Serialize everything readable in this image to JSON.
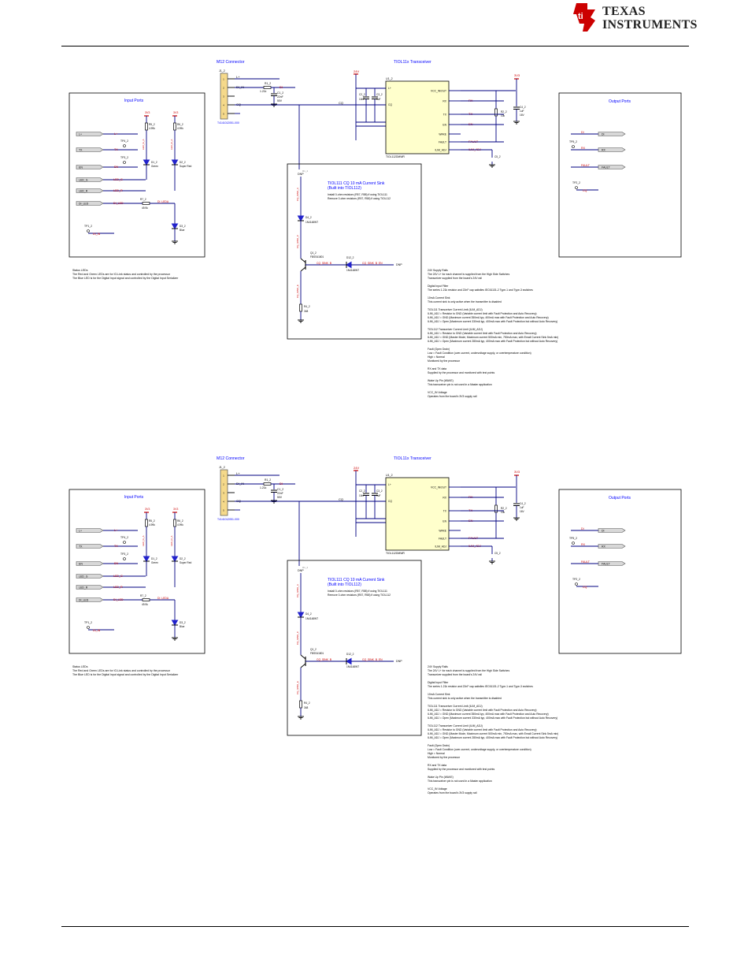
{
  "header": {
    "logo_line1": "TEXAS",
    "logo_line2": "INSTRUMENTS"
  },
  "colors": {
    "wire": "#000080",
    "text_blue": "#0000ff",
    "net_red": "#cc0000",
    "ti_red": "#cc0000",
    "component": "#000000",
    "ic_fill": "#ffffcc",
    "connector_fill": "#f5d98a",
    "led": "#2222cc"
  },
  "schematic": {
    "m12_title": "M12 Connector",
    "transceiver_title": "TIOL11x Transceiver",
    "input_ports_title": "Input Ports",
    "output_ports_title": "Output Ports",
    "cs_title_1": "TIOL111 CQ 10 mA Current Sink",
    "cs_title_2": "(Built into TIOL112)",
    "cs_note_1": "Install 0-ohm resistors (R57, R58) if using TIOL111",
    "cs_note_2": "Remove 0-ohm resistors (R57, R58) if using TIOL112",
    "status_1": "Status LEDs",
    "status_2": "The Red and Green LEDs are for IO-Link status and controlled by the processor",
    "status_3": "The Blue LED is for the Digital Input signal and controlled by the Digital Input Serializer",
    "notes": [
      "24V Supply Rails",
      "The 24V L+ for each channel is supplied from the High Side Switches",
      "Transceiver supplied from the board's 24V rail",
      "",
      "Digital Input Filter",
      "The series 1.21k resistor and 22nF cap satisfies IEC61131-2 Type-1 and Type-3 switches",
      "",
      "10mA Current Sink",
      "This current sink is only active when the transmitter is disabled",
      "",
      "TIOL111 Transceiver Current Limit (ILIM_ADJ)",
      "ILIM_ADJ = Resistor to GND (Variable current limit with Fault Protection and Auto Recovery)",
      "ILIM_ADJ = GND (Maximum current 350mA typ, 400mA max with Fault Protection and Auto Recovery)",
      "ILIM_ADJ = Open (Maximum current 330mA typ, 400mA max with Fault Protection but without Auto Recovery)",
      "",
      "TIOL112 Transceiver Current Limit (ILIM_ADJ)",
      "ILIM_ADJ = Resistor to GND (Variable current limit with Fault Protection and Auto Recovery)",
      "ILIM_ADJ = GND (Master Mode, Maximum current 500mA min, 750mA max, with Email Current Sink 5mA min)",
      "ILIM_ADJ = Open (Maximum current 280mA typ, 400mA max with Fault Protection but without Auto Recovery)",
      "",
      "Fault (Open Drain)",
      "Low = Fault Condition (over-current, undervoltage supply, or overtemperature condition)",
      "High = Normal",
      "Monitored by the processor",
      "",
      "RX and TX data",
      "Supplied by the processor and monitored with test points",
      "",
      "Wake Up Pin (WAKE)",
      "This transceiver pin is not used in a Master application",
      "",
      "VCC_IN Voltage",
      "Operates from the board's 3V3 supply rail"
    ],
    "ch1": {
      "connector_ref": "J1_2",
      "connector_part": "T4141012051-000",
      "l_label": "L+",
      "di_in": "DI_IN",
      "cq_label": "CQ",
      "r_in_ref": "R1_2",
      "r_in_val": "1.21k",
      "c_in_ref": "C1_2",
      "c_in_val": "22nF",
      "c_in_volt": "50V",
      "di_label": "DI",
      "v24": "24V",
      "v3v3": "3V3",
      "c2_ref": "C2_2",
      "c2_val": "10nF",
      "c3_ref": "C3_2",
      "c3_val": "1uF",
      "ic_ref": "U1_2",
      "ic_part": "TIOL112DMWR",
      "ic_pins": [
        "L+",
        "VCC_IN/OUT",
        "CQ",
        "RX",
        "TX",
        "EN",
        "WAKE",
        "FAULT",
        "ILIM_ADJ"
      ],
      "rx": "RX",
      "tx": "TX",
      "en": "EN",
      "fault": "FAULT",
      "ilim": "ILIM_ADJ",
      "r2_ref": "R2_2",
      "r2_val": "10k",
      "c4_ref": "C4_2",
      "c4_val": "1uF",
      "c4_volt": "16V",
      "c5_ref": "C5_2",
      "in_l": "L+",
      "in_tx": "TX",
      "in_en": "EN",
      "tp4": "TP4_2",
      "tp3": "TP3_2",
      "r5_ref": "R5_2",
      "r5_val": "4.99k",
      "r6_ref": "R6_2",
      "r6_val": "4.99k",
      "led_g_net": "LED_G",
      "led_r_net": "LED_R",
      "di_led_net": "DI_LED",
      "d1_ref": "D1_2",
      "d1_desc": "Green",
      "d2_ref": "D2_2",
      "d2_desc": "Super Red",
      "r7_ref": "R7_2",
      "r7_val": "49.9k",
      "d3_ref": "D3_2",
      "d3_desc": "Blue",
      "tp1": "TP1_2",
      "tp1_net": "DI_IN",
      "out_di": "DI",
      "out_rx": "RX",
      "out_fault": "FAULT",
      "out_cq": "CQ",
      "tp5": "TP5_2",
      "tp2": "TP2_2",
      "dnp": "DNP",
      "d4_ref": "D4_2",
      "d4_part": "1N4148WT",
      "q1_ref": "Q1_2",
      "q1_part": "FBSS41801",
      "cq_sink": "CQ_SINK_B",
      "cq_sink_en": "CQ_SINK_B_EN",
      "d12_ref": "D12_2",
      "d12_part": "1N4148WT",
      "r4_ref": "R4_2",
      "r4_val": "348",
      "cq_sink_c": "CQ_SINK_C",
      "cq_sink_a": "CQ_SINK_A",
      "cq_sink_e": "CQ_SINK_E",
      "led_g_a": "LED_G_A",
      "led_r_a": "LED_R_A",
      "di_leda": "DI_LEDA"
    },
    "ch2": {
      "connector_ref": "J1_2",
      "connector_part": "T4141012051-000",
      "l_label": "L+",
      "di_in": "DI_IN",
      "cq_label": "CQ",
      "r_in_ref": "R1_2",
      "r_in_val": "1.21k",
      "c_in_ref": "C1_2",
      "c_in_val": "22nF",
      "c_in_volt": "50V",
      "di_label": "DI",
      "v24": "24V",
      "v3v3": "3V3",
      "c2_ref": "C2_2",
      "c2_val": "10nF",
      "c3_ref": "C3_2",
      "c3_val": "1uF",
      "ic_ref": "U1_2",
      "ic_part": "TIOL112DMWR",
      "ic_pins": [
        "L+",
        "VCC_IN/OUT",
        "CQ",
        "RX",
        "TX",
        "EN",
        "WAKE",
        "FAULT",
        "ILIM_ADJ"
      ],
      "rx": "RX",
      "tx": "TX",
      "en": "EN",
      "fault": "FAULT",
      "ilim": "ILIM_ADJ",
      "r2_ref": "R2_2",
      "r2_val": "10k",
      "c4_ref": "C4_2",
      "c4_val": "1uF",
      "c4_volt": "16V",
      "c5_ref": "C5_2",
      "in_l": "L+",
      "in_tx": "TX",
      "in_en": "EN",
      "tp4": "TP4_2",
      "tp3": "TP3_2",
      "r5_ref": "R5_2",
      "r5_val": "4.99k",
      "r6_ref": "R6_2",
      "r6_val": "4.99k",
      "led_g_net": "LED_G",
      "led_r_net": "LED_R",
      "di_led_net": "DI_LED",
      "d1_ref": "D1_2",
      "d1_desc": "Green",
      "d2_ref": "D2_2",
      "d2_desc": "Super Red",
      "r7_ref": "R7_2",
      "r7_val": "49.9k",
      "d3_ref": "D3_2",
      "d3_desc": "Blue",
      "tp1": "TP1_2",
      "tp1_net": "DI_IN",
      "out_di": "DI",
      "out_rx": "RX",
      "out_fault": "FAULT",
      "out_cq": "CQ",
      "tp5": "TP5_2",
      "tp2": "TP2_2",
      "dnp": "DNP",
      "d4_ref": "D4_2",
      "d4_part": "1N4148WT",
      "q1_ref": "Q1_2",
      "q1_part": "FBSS41801",
      "cq_sink": "CQ_SINK_B",
      "cq_sink_en": "CQ_SINK_B_EN",
      "d12_ref": "D12_2",
      "d12_part": "1N4148WT",
      "r4_ref": "R4_2",
      "r4_val": "348",
      "cq_sink_c": "CQ_SINK_C",
      "cq_sink_a": "CQ_SINK_A",
      "cq_sink_e": "CQ_SINK_E",
      "led_g_a": "LED_G_A",
      "led_r_a": "LED_R_A",
      "di_leda": "DI_LEDA"
    }
  }
}
